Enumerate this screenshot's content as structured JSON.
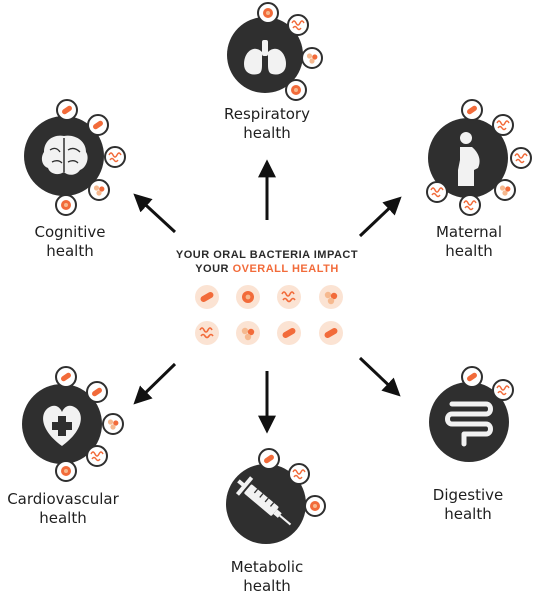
{
  "title": {
    "line1": "YOUR ORAL BACTERIA IMPACT",
    "line2_prefix": "YOUR",
    "line2_highlight": "OVERALL HEALTH"
  },
  "colors": {
    "hub": "#2f2f2f",
    "accent": "#f26b3a",
    "accent_light": "#f6b98f",
    "arrow": "#111111",
    "icon": "#f2f2f2"
  },
  "nodes": [
    {
      "id": "respiratory",
      "line1": "Respiratory",
      "line2": "health",
      "icon": "lungs-icon"
    },
    {
      "id": "maternal",
      "line1": "Maternal",
      "line2": "health",
      "icon": "pregnant-woman-icon"
    },
    {
      "id": "digestive",
      "line1": "Digestive",
      "line2": "health",
      "icon": "intestine-icon"
    },
    {
      "id": "metabolic",
      "line1": "Metabolic",
      "line2": "health",
      "icon": "syringe-icon"
    },
    {
      "id": "cardiovascular",
      "line1": "Cardiovascular",
      "line2": "health",
      "icon": "heart-cross-icon"
    },
    {
      "id": "cognitive",
      "line1": "Cognitive",
      "line2": "health",
      "icon": "brain-icon"
    }
  ],
  "bacteria_icons": [
    "bacteria-rod-icon",
    "bacteria-round-icon",
    "bacteria-spiral-icon",
    "bacteria-cluster-icon"
  ]
}
